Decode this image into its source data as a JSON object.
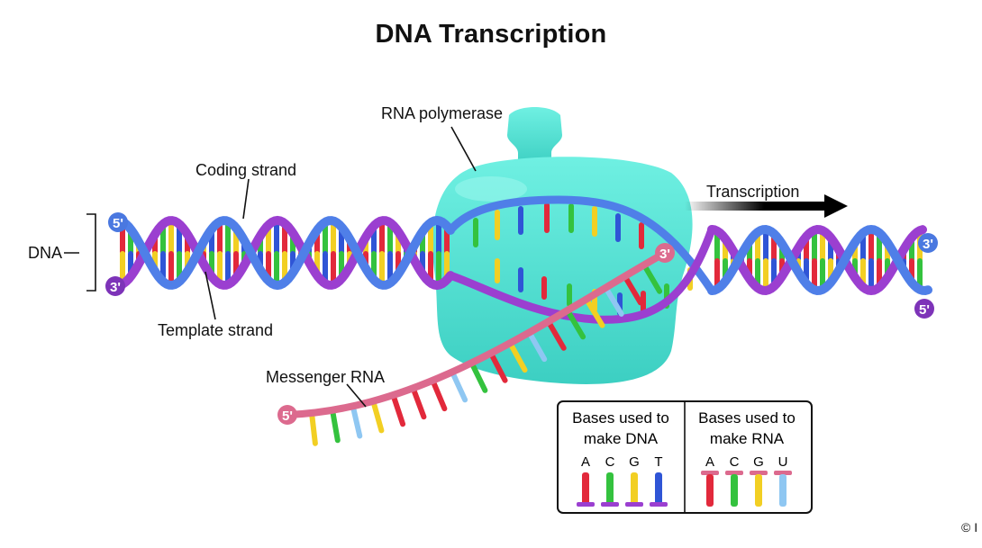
{
  "title": "DNA Transcription",
  "labels": {
    "rna_polymerase": "RNA polymerase",
    "coding_strand": "Coding strand",
    "template_strand": "Template strand",
    "transcription": "Transcription",
    "dna": "DNA",
    "messenger_rna": "Messenger RNA",
    "copyright": "© I"
  },
  "end_markers": {
    "dna_left_top": "5'",
    "dna_left_bottom": "3'",
    "dna_right_top": "3'",
    "dna_right_bottom": "5'",
    "mrna_start": "5'",
    "mrna_end": "3'"
  },
  "legend": {
    "dna_heading_line1": "Bases used to",
    "dna_heading_line2": "make DNA",
    "rna_heading_line1": "Bases used to",
    "rna_heading_line2": "make RNA",
    "dna_bases": [
      "A",
      "C",
      "G",
      "T"
    ],
    "rna_bases": [
      "A",
      "C",
      "G",
      "U"
    ]
  },
  "colors": {
    "coding_strand": "#4f7fe8",
    "template_strand": "#9b3fd0",
    "mrna_backbone": "#dc6a8e",
    "polymerase": "#4fe0d2",
    "base_a": "#e2293b",
    "base_c": "#34c23e",
    "base_g": "#f2cf23",
    "base_t": "#2f55d6",
    "base_u": "#8fc7f2"
  }
}
